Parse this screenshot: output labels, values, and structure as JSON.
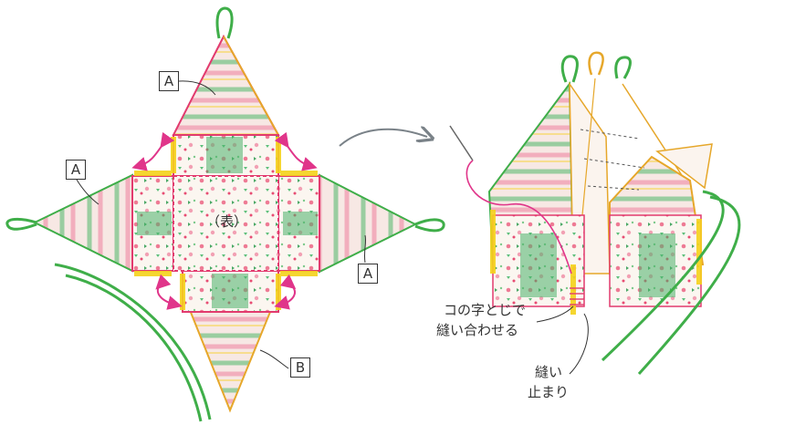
{
  "labels": {
    "panel_a_top": "A",
    "panel_a_left": "A",
    "panel_a_right": "A",
    "panel_b": "B",
    "face_side": "（表）"
  },
  "annotations": {
    "ladder_stitch_line1": "コの字とじで",
    "ladder_stitch_line2": "縫い合わせる",
    "stitch_end_line1": "縫い",
    "stitch_end_line2": "止まり"
  },
  "colors": {
    "outline_pink": "#e23a6e",
    "outline_green": "#3fae49",
    "seam_yellow": "#f5d21a",
    "arrow_pink": "#e0358a",
    "arrow_gray": "#7a8288",
    "fabric_green": "#4ab06a",
    "fabric_pink": "#f08aa0"
  }
}
